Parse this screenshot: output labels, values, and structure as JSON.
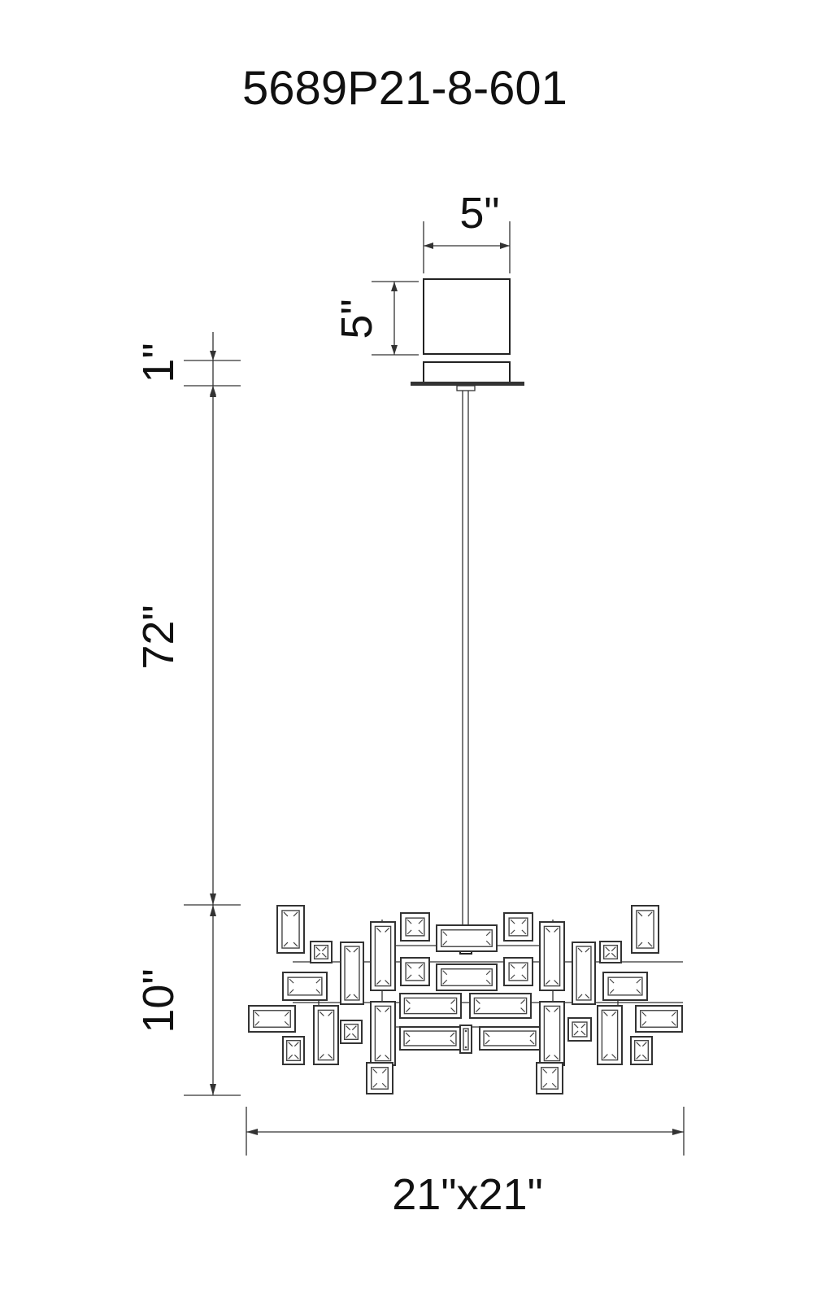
{
  "title": "5689P21-8-601",
  "dimensions": {
    "canopy_width": "5\"",
    "canopy_height": "5\"",
    "canopy_plate": "1\"",
    "rod_length": "72\"",
    "fixture_height": "10\"",
    "fixture_width": "21\"x21\""
  }
}
